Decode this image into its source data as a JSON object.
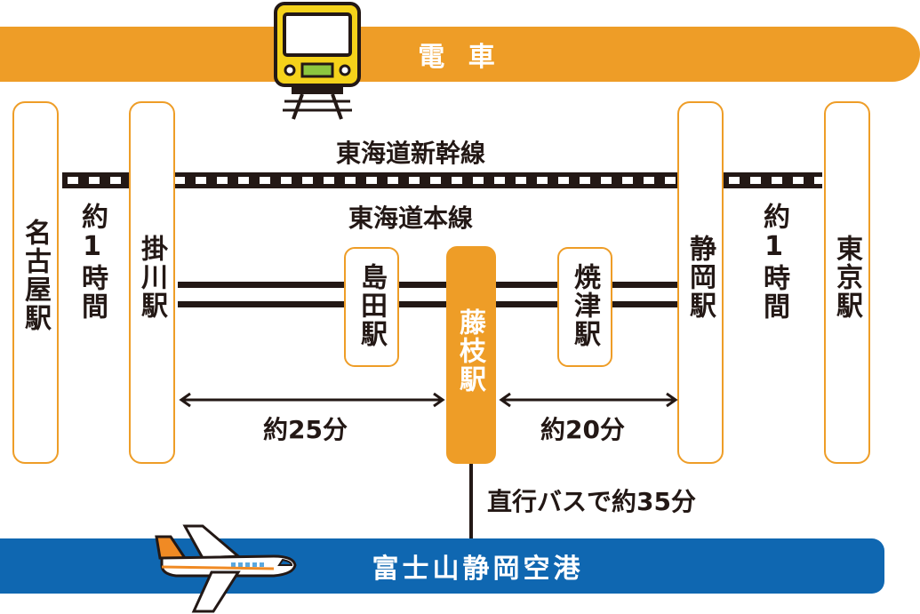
{
  "banners": {
    "train": "電 車",
    "air": "富士山静岡空港"
  },
  "lines": {
    "shinkansen": "東海道新幹線",
    "honsen": "東海道本線"
  },
  "stations": {
    "nagoya": "名古屋駅",
    "kakegawa": "掛川駅",
    "shimada": "島田駅",
    "fujieda": "藤枝駅",
    "yaizu": "焼津駅",
    "shizuoka": "静岡駅",
    "tokyo": "東京駅"
  },
  "durations": {
    "nagoya_kakegawa": "約1時間",
    "shizuoka_tokyo": "約1時間",
    "kakegawa_fujieda": "約25分",
    "fujieda_shizuoka": "約20分",
    "bus": "直行バスで約35分"
  },
  "colors": {
    "orange": "#ee9d27",
    "blue": "#0f67b1",
    "train_yellow": "#f5d21a",
    "plane_orange": "#f08a24"
  }
}
